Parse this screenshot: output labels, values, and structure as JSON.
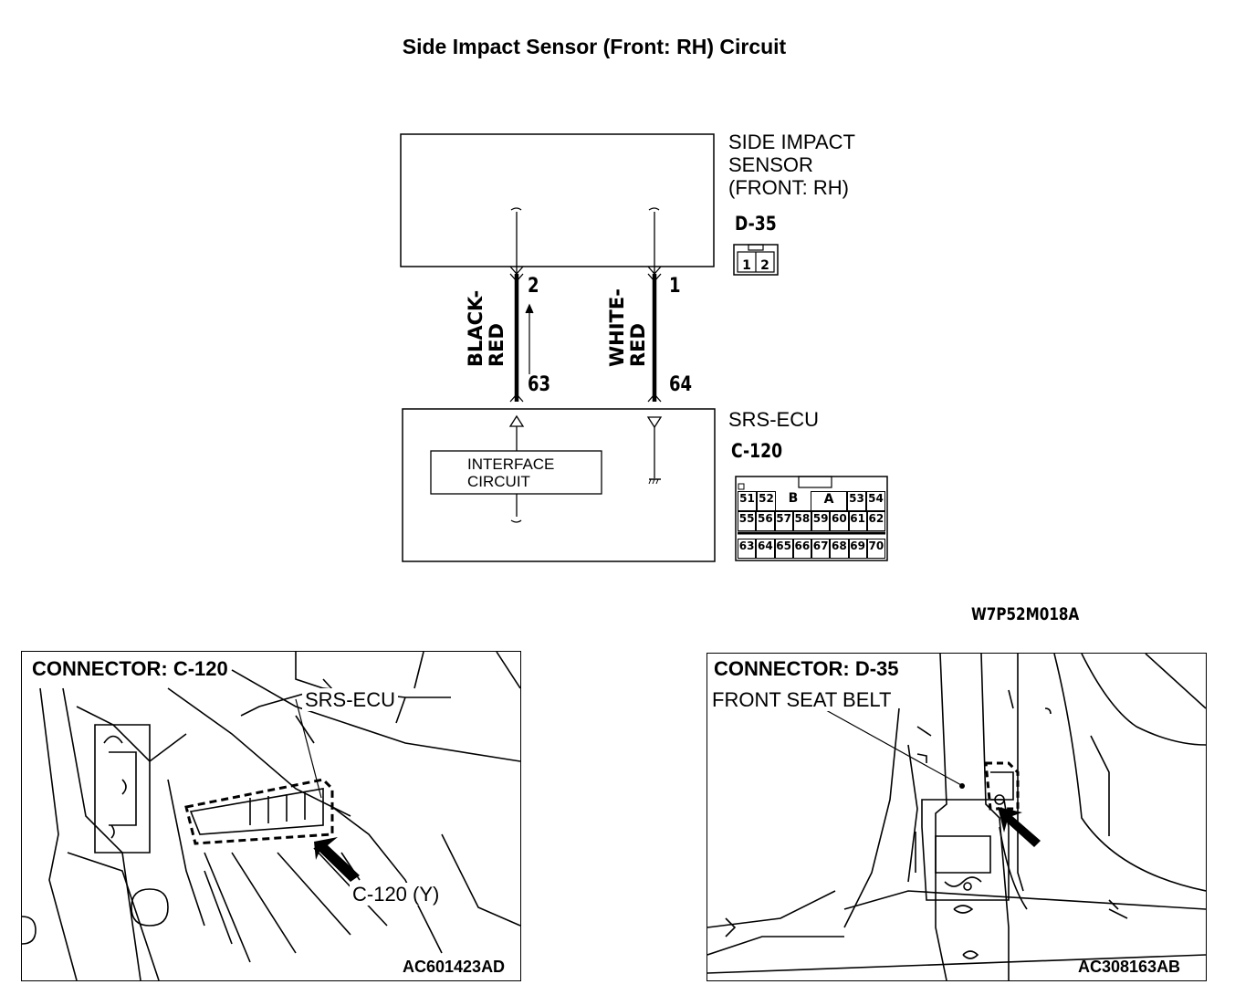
{
  "title": "Side Impact Sensor (Front: RH) Circuit",
  "sensor": {
    "name_lines": [
      "SIDE IMPACT",
      "SENSOR",
      "(FRONT: RH)"
    ],
    "connector_id": "D-35",
    "connector_pins": [
      "1",
      "2"
    ]
  },
  "ecu": {
    "name": "SRS-ECU",
    "connector_id": "C-120",
    "interface_lines": [
      "INTERFACE",
      "CIRCUIT"
    ],
    "connector_top_row": [
      "51",
      "52",
      "B",
      "A",
      "53",
      "54"
    ],
    "connector_mid_row": [
      "55",
      "56",
      "57",
      "58",
      "59",
      "60",
      "61",
      "62"
    ],
    "connector_bottom_row": [
      "63",
      "64",
      "65",
      "66",
      "67",
      "68",
      "69",
      "70"
    ]
  },
  "wires": [
    {
      "color_lines": [
        "BLACK-",
        "RED"
      ],
      "sensor_pin": "2",
      "ecu_pin": "63"
    },
    {
      "color_lines": [
        "WHITE-",
        "RED"
      ],
      "sensor_pin": "1",
      "ecu_pin": "64"
    }
  ],
  "diagram_code": "W7P52M018A",
  "photo_left": {
    "heading": "CONNECTOR: C-120",
    "callout_ecu": "SRS-ECU",
    "callout_connector": "C-120 (Y)",
    "code": "AC601423AD"
  },
  "photo_right": {
    "heading": "CONNECTOR: D-35",
    "callout": "FRONT SEAT BELT",
    "code": "AC308163AB"
  }
}
